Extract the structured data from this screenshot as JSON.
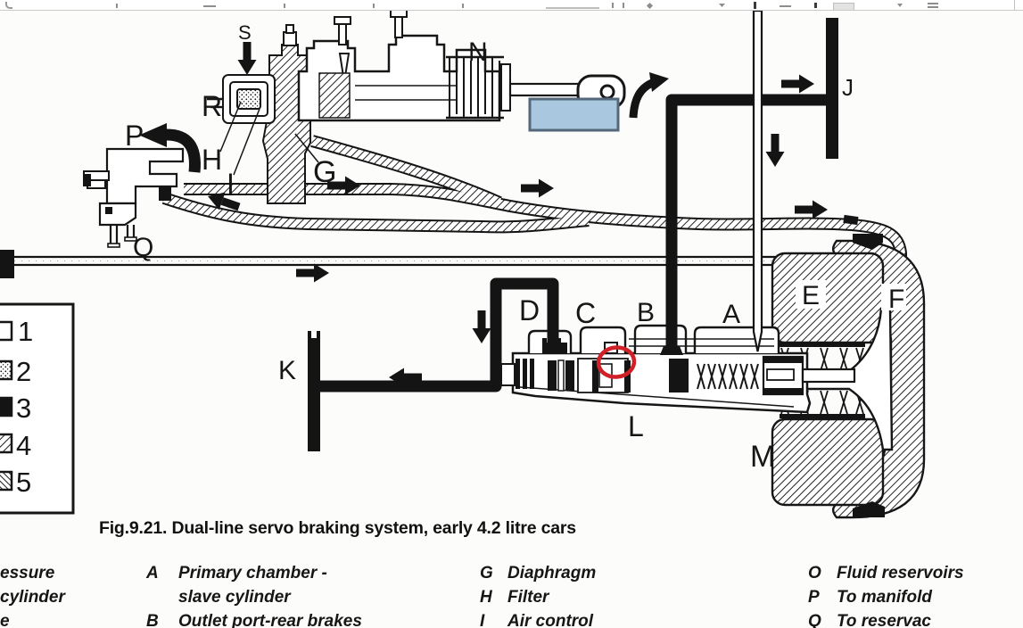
{
  "figure": {
    "caption": "Fig.9.21. Dual-line servo braking system, early 4.2 litre cars",
    "part_labels": {
      "S": "S",
      "R": "R",
      "P": "P",
      "H": "H",
      "I": "I",
      "G": "G",
      "Q": "Q",
      "N": "N",
      "J": "J",
      "K": "K",
      "D": "D",
      "C": "C",
      "B": "B",
      "A": "A",
      "E": "E",
      "F": "F",
      "M": "M",
      "L": "L"
    },
    "legend_box": {
      "items": [
        "1",
        "2",
        "3",
        "4",
        "5"
      ]
    },
    "key": {
      "left_fragments": [
        "essure",
        "cylinder",
        "e"
      ],
      "col_a": [
        {
          "k": "A",
          "t": "Primary chamber -"
        },
        {
          "k": "",
          "t": "slave cylinder"
        },
        {
          "k": "B",
          "t": "Outlet port-rear brakes"
        }
      ],
      "col_g": [
        {
          "k": "G",
          "t": "Diaphragm"
        },
        {
          "k": "H",
          "t": "Filter"
        },
        {
          "k": "I",
          "t": "Air control"
        }
      ],
      "col_o": [
        {
          "k": "O",
          "t": "Fluid reservoirs"
        },
        {
          "k": "P",
          "t": "To manifold"
        },
        {
          "k": "Q",
          "t": "To reservac"
        }
      ]
    },
    "annotations": {
      "highlight_fill": "#a9c7de",
      "highlight_stroke": "#53687a",
      "circle_stroke": "#cf2127"
    }
  }
}
